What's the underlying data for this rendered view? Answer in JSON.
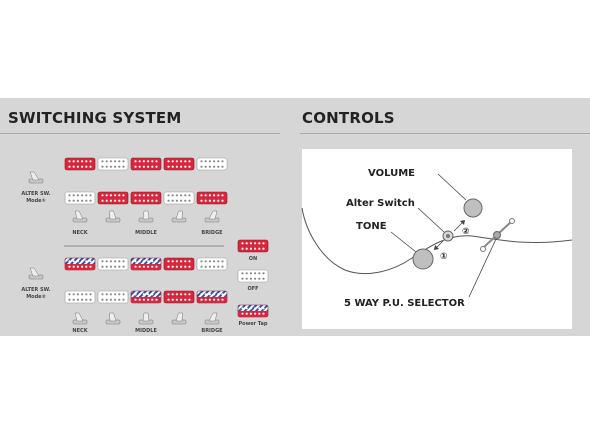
{
  "switching": {
    "title": "SWITCHING SYSTEM",
    "mode1_label_line1": "ALTER SW.",
    "mode1_label_line2": "Mode①",
    "mode2_label_line1": "ALTER SW.",
    "mode2_label_line2": "Mode②",
    "positions": [
      "NECK",
      "",
      "MIDDLE",
      "",
      "BRIDGE"
    ],
    "legend": [
      {
        "state": "on",
        "label": "ON"
      },
      {
        "state": "off",
        "label": "OFF"
      },
      {
        "state": "tap",
        "label": "Power Tap"
      }
    ],
    "mode1": {
      "neck_pickup": [
        "on",
        "off",
        "on",
        "on",
        "off"
      ],
      "bridge_pickup": [
        "off",
        "on",
        "on",
        "off",
        "on"
      ]
    },
    "mode2": {
      "neck_pickup": [
        "tap",
        "off",
        "tap",
        "on",
        "off"
      ],
      "bridge_pickup": [
        "off",
        "off",
        "tap",
        "on",
        "tap"
      ]
    },
    "colors": {
      "on": "#d7263d",
      "off": "#ffffff",
      "tap_blue": "#2f4fb0"
    }
  },
  "controls": {
    "title": "CONTROLS",
    "volume": "VOLUME",
    "alter_switch": "Alter Switch",
    "tone": "TONE",
    "selector": "5 WAY P.U. SELECTOR",
    "marker1": "①",
    "marker2": "②"
  }
}
